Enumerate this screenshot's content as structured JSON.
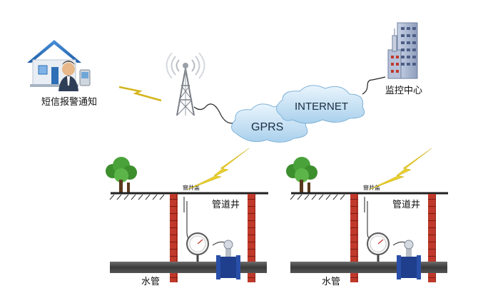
{
  "labels": {
    "sms_alarm": "短信报警通知",
    "monitor_center": "监控中心",
    "internet": "INTERNET",
    "gprs": "GPRS",
    "manhole_cover": "窨井盖",
    "pipe_well": "管道井",
    "water_pipe": "水管"
  },
  "colors": {
    "cloud_fill": "#cfe6f6",
    "brick": "#c0392b",
    "pipe": "#4d4d4d",
    "flange": "#1f3e8c",
    "lightning": "#e8cf2d",
    "tree": "#3d8f2e"
  }
}
